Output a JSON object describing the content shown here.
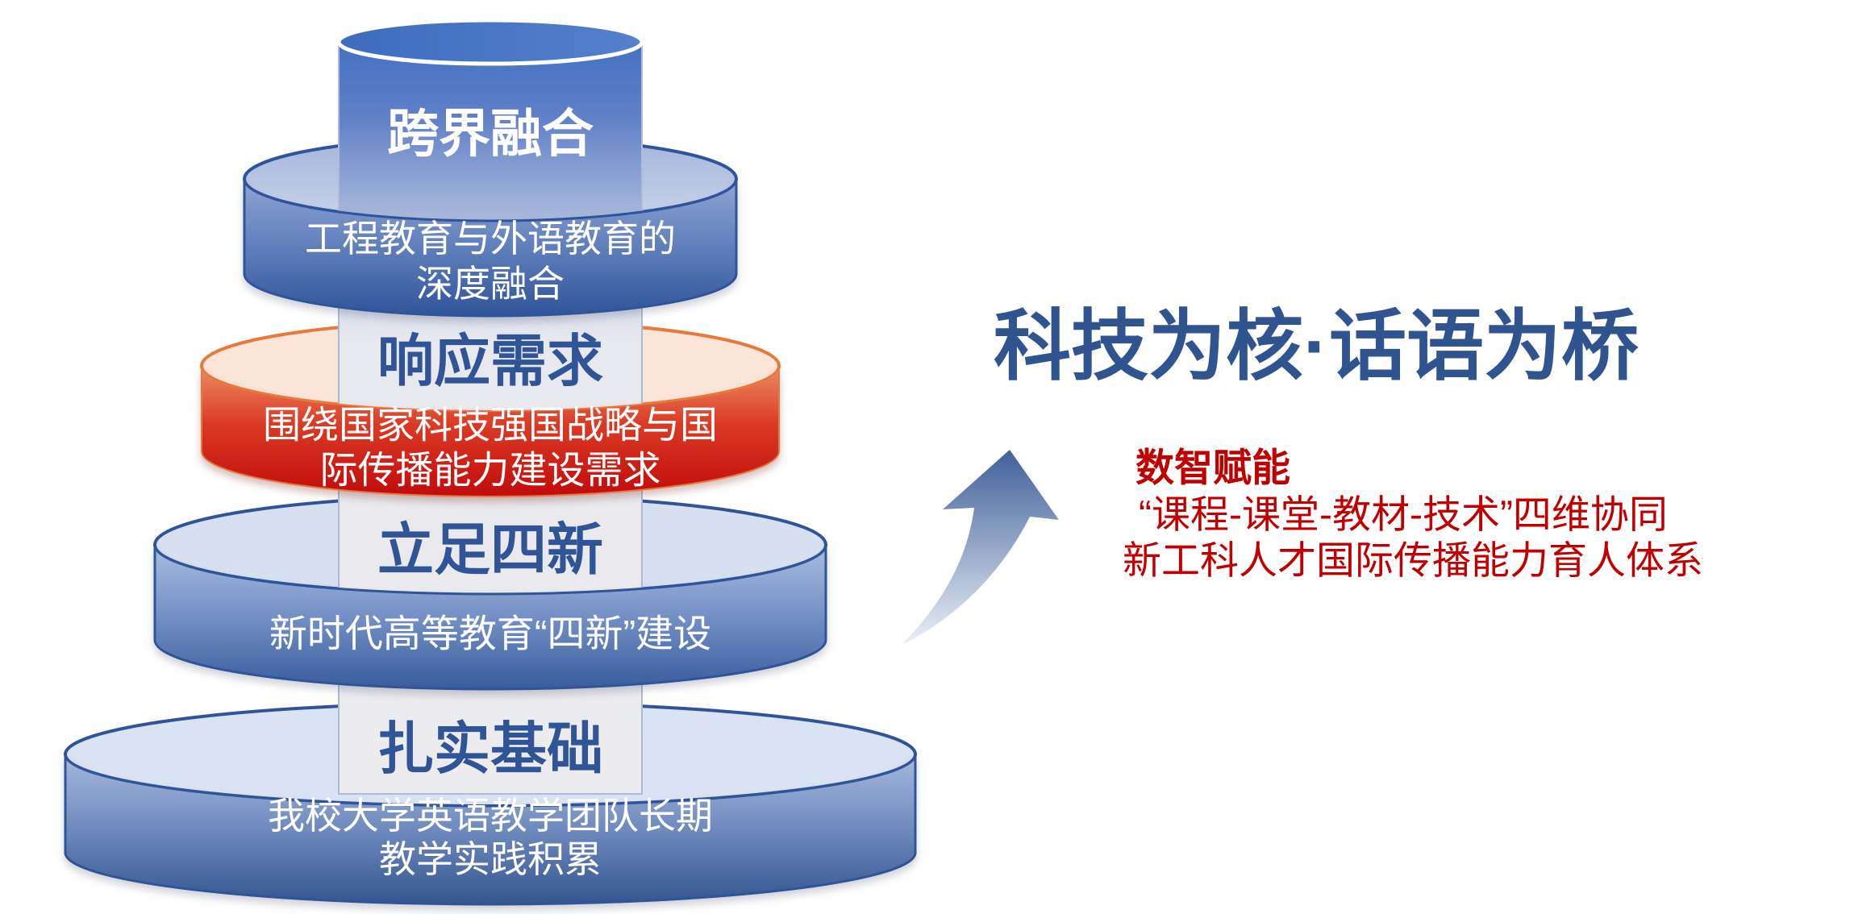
{
  "diagram": {
    "tiers": [
      {
        "title": "跨界融合",
        "subtitle_line1": "工程教育与外语教育的",
        "subtitle_line2": "深度融合",
        "theme_color": "#4472C4"
      },
      {
        "title": "响应需求",
        "subtitle_line1": "围绕国家科技强国战略与国",
        "subtitle_line2": "际传播能力建设需求",
        "theme_color": "#C00000"
      },
      {
        "title": "立足四新",
        "subtitle_line1": "新时代高等教育“四新”建设",
        "subtitle_line2": "",
        "theme_color": "#4472C4"
      },
      {
        "title": "扎实基础",
        "subtitle_line1": "我校大学英语教学团队长期",
        "subtitle_line2": "教学实践积累",
        "theme_color": "#4472C4"
      }
    ],
    "arrow_icon": "curved-up-arrow"
  },
  "right_panel": {
    "headline": "科技为核·话语为桥",
    "callout_title": "数智赋能",
    "callout_line1": "“课程-课堂-教材-技术”四维协同",
    "callout_line2": "新工科人才国际传播能力育人体系"
  },
  "colors": {
    "headline_blue": "#2F5490",
    "tier_title_blue": "#2F5597",
    "callout_red": "#C00000",
    "band_red_deep": "#C20B0B",
    "band_red_light": "#EC8C64",
    "red_ellipse_fill": "#FBE5D8",
    "red_ellipse_rim": "#E8793B",
    "band_blue_deep": "#30549A",
    "band_blue_light": "#A9BCDF",
    "blue_ellipse_fill": "#D7E0F1",
    "cylinder_blue": "#4470C2",
    "column_gray": "#ECECEF",
    "arrow_dark": "#3F6098",
    "arrow_light": "#EDF1F9"
  }
}
